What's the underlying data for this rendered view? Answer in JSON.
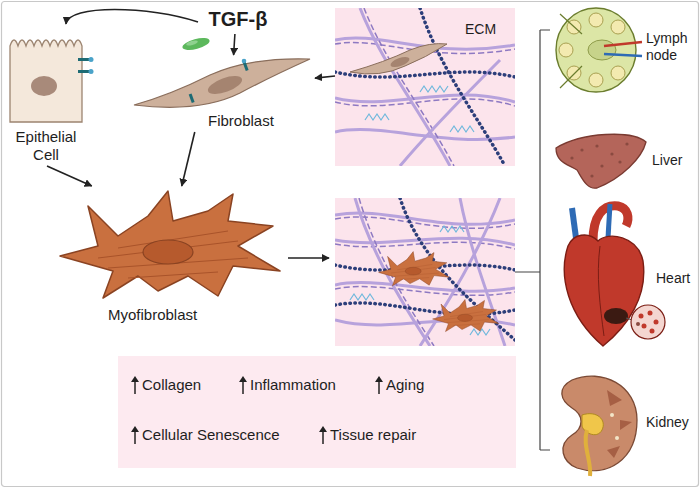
{
  "diagram": {
    "nodes": [
      {
        "text": [
          "TGF-β"
        ]
      },
      {
        "text": [
          "Epithelial Cell"
        ]
      },
      {
        "text": [
          "Fibroblast"
        ]
      },
      {
        "text": [
          "ECM"
        ]
      },
      {
        "text": [
          "Myofibroblast"
        ]
      },
      {
        "text": [
          "Lymph node"
        ]
      },
      {
        "text": [
          "Liver"
        ]
      },
      {
        "text": [
          "Heart"
        ]
      },
      {
        "text": [
          "Kidney"
        ]
      },
      {
        "text": [
          "Collagen",
          "Inflammation",
          "Aging",
          "Cellular Senescence",
          "Tissue repair"
        ]
      }
    ],
    "edges": [
      {
        "from": 0,
        "to": 1,
        "arrow": "to"
      },
      {
        "from": 0,
        "to": 2,
        "arrow": "to"
      },
      {
        "from": 3,
        "to": 2,
        "arrow": "to"
      },
      {
        "from": 1,
        "to": 4,
        "arrow": "to"
      },
      {
        "from": 2,
        "to": 4,
        "arrow": "to"
      }
    ]
  }
}
